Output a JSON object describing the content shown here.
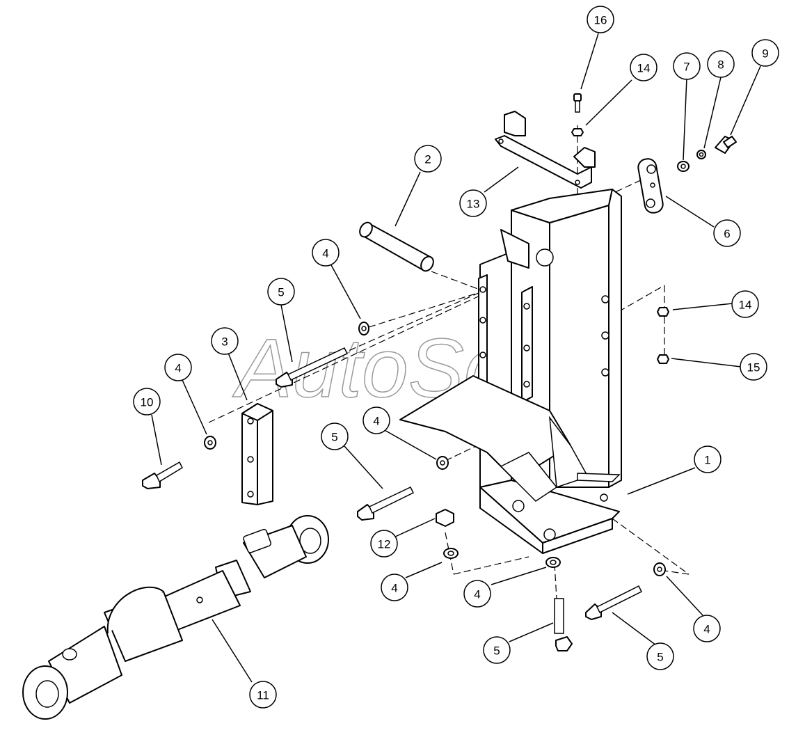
{
  "watermark": {
    "text": "AutoSoft",
    "color": "#9a9a9a"
  },
  "line_color": "#000000",
  "callouts": [
    {
      "id": "c1",
      "number": "1"
    },
    {
      "id": "c2",
      "number": "2"
    },
    {
      "id": "c3",
      "number": "3"
    },
    {
      "id": "c4a",
      "number": "4"
    },
    {
      "id": "c4b",
      "number": "4"
    },
    {
      "id": "c4c",
      "number": "4"
    },
    {
      "id": "c4d",
      "number": "4"
    },
    {
      "id": "c4e",
      "number": "4"
    },
    {
      "id": "c4f",
      "number": "4"
    },
    {
      "id": "c5a",
      "number": "5"
    },
    {
      "id": "c5b",
      "number": "5"
    },
    {
      "id": "c5c",
      "number": "5"
    },
    {
      "id": "c5d",
      "number": "5"
    },
    {
      "id": "c6",
      "number": "6"
    },
    {
      "id": "c7",
      "number": "7"
    },
    {
      "id": "c8",
      "number": "8"
    },
    {
      "id": "c9",
      "number": "9"
    },
    {
      "id": "c10",
      "number": "10"
    },
    {
      "id": "c11",
      "number": "11"
    },
    {
      "id": "c12",
      "number": "12"
    },
    {
      "id": "c13",
      "number": "13"
    },
    {
      "id": "c14a",
      "number": "14"
    },
    {
      "id": "c14b",
      "number": "14"
    },
    {
      "id": "c15",
      "number": "15"
    },
    {
      "id": "c16",
      "number": "16"
    }
  ]
}
